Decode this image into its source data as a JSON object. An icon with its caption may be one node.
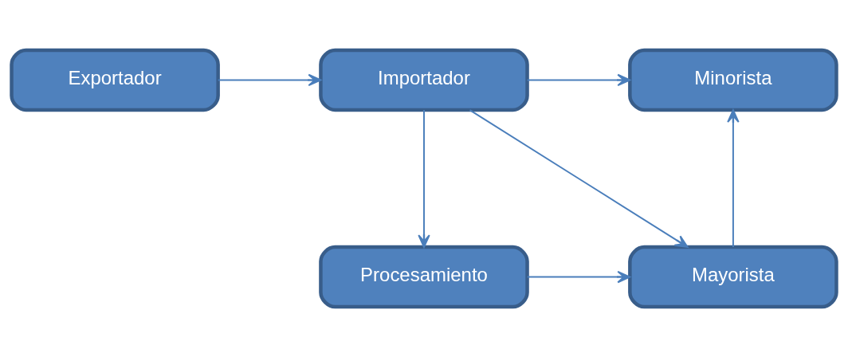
{
  "diagram": {
    "nodes": [
      {
        "text": [
          "Procesamiento"
        ]
      },
      {
        "text": [
          "Mayorista"
        ]
      },
      {
        "text": [
          "Exportador"
        ]
      },
      {
        "text": [
          "Importador"
        ]
      },
      {
        "text": [
          "Minorista"
        ]
      }
    ],
    "edges": [
      {
        "from": 2,
        "to": 3,
        "arrow": "to"
      },
      {
        "from": 3,
        "to": 0,
        "arrow": "to"
      },
      {
        "from": 0,
        "to": 1,
        "arrow": "to"
      },
      {
        "from": 3,
        "to": 1,
        "arrow": "to"
      },
      {
        "from": 1,
        "to": 4,
        "arrow": "to"
      },
      {
        "from": 3,
        "to": 4,
        "arrow": "to"
      }
    ]
  }
}
